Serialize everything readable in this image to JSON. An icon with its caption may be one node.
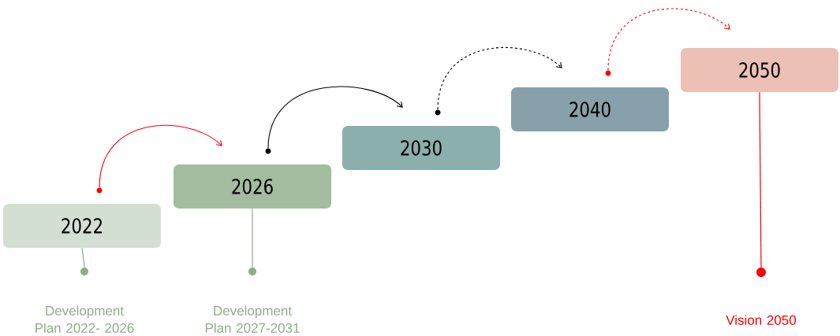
{
  "diagram": {
    "nodes": [
      {
        "text": [
          "2022"
        ]
      },
      {
        "text": [
          "2026"
        ]
      },
      {
        "text": [
          "2030"
        ]
      },
      {
        "text": [
          "2040"
        ]
      },
      {
        "text": [
          "2050"
        ]
      },
      {
        "text": [],
        "shape": "circle"
      },
      {
        "text": [],
        "shape": "circle"
      },
      {
        "text": [],
        "shape": "circle"
      },
      {
        "text": [],
        "shape": "circle"
      },
      {
        "text": [],
        "shape": "circle",
        "beside": [
          "Development Plan 2022- 2026"
        ]
      },
      {
        "text": [],
        "shape": "circle",
        "beside": [
          "Development Plan 2027-2031"
        ]
      },
      {
        "text": [],
        "shape": "circle",
        "beside": [
          "Vision 2050"
        ]
      }
    ],
    "edges": [
      {
        "from": 5,
        "to": 1,
        "arrow": "to",
        "color": "#ff0000"
      },
      {
        "from": 6,
        "to": 2,
        "arrow": "to",
        "color": "#000000"
      },
      {
        "from": 7,
        "to": 3,
        "arrow": "to",
        "style": "dashed",
        "color": "#000000"
      },
      {
        "from": 8,
        "to": 4,
        "arrow": "to",
        "style": "dashed",
        "color": "#ff0000"
      },
      {
        "from": 0,
        "to": 9,
        "arrow": "none",
        "color": "#8fac88"
      },
      {
        "from": 1,
        "to": 10,
        "arrow": "none",
        "color": "#8fac88"
      },
      {
        "from": 4,
        "to": 11,
        "arrow": "none",
        "color": "#ff0000"
      }
    ]
  }
}
